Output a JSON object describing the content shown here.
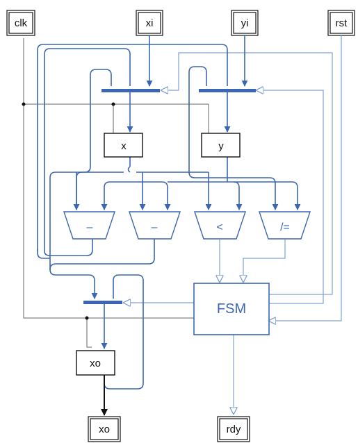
{
  "ports": {
    "clk": "clk",
    "xi": "xi",
    "yi": "yi",
    "rst": "rst",
    "xo": "xo",
    "rdy": "rdy"
  },
  "registers": {
    "x": "x",
    "y": "y",
    "xo": "xo"
  },
  "operators": {
    "sub1": "–",
    "sub2": "–",
    "lt": "<",
    "ne": "/="
  },
  "controller": {
    "label": "FSM"
  },
  "colors": {
    "datapath": "#3b66b5",
    "control": "#7fa0d6",
    "clock": "#555555",
    "black": "#111111"
  }
}
